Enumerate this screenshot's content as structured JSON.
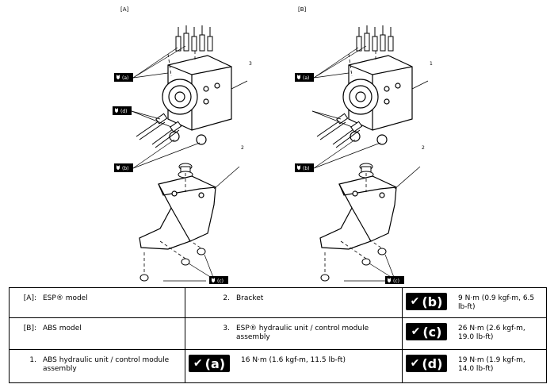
{
  "figure": {
    "label_a": "[A]",
    "label_b": "[B]",
    "callouts_a": [
      "3",
      "2"
    ],
    "callouts_b": [
      "1",
      "2"
    ],
    "torque_letters": [
      "(a)",
      "(d)",
      "(b)",
      "(c)"
    ]
  },
  "legend": {
    "rows": [
      {
        "c1": {
          "label": "[A]:",
          "text": "ESP® model"
        },
        "c2": {
          "label": "2.",
          "text": "Bracket"
        },
        "c3": {
          "badge": "(b)",
          "text": "9 N·m (0.9 kgf-m, 6.5 lb-ft)"
        }
      },
      {
        "c1": {
          "label": "[B]:",
          "text": "ABS model"
        },
        "c2": {
          "label": "3.",
          "text": "ESP® hydraulic unit / control module assembly"
        },
        "c3": {
          "badge": "(c)",
          "text": "26 N·m (2.6 kgf-m, 19.0 lb-ft)"
        }
      },
      {
        "c1": {
          "label": "1.",
          "text": "ABS hydraulic unit / control module assembly"
        },
        "c2": {
          "badge": "(a)",
          "text": "16 N·m (1.6 kgf-m, 11.5 lb-ft)"
        },
        "c3": {
          "badge": "(d)",
          "text": "19 N·m (1.9 kgf-m, 14.0 lb-ft)"
        }
      }
    ]
  }
}
